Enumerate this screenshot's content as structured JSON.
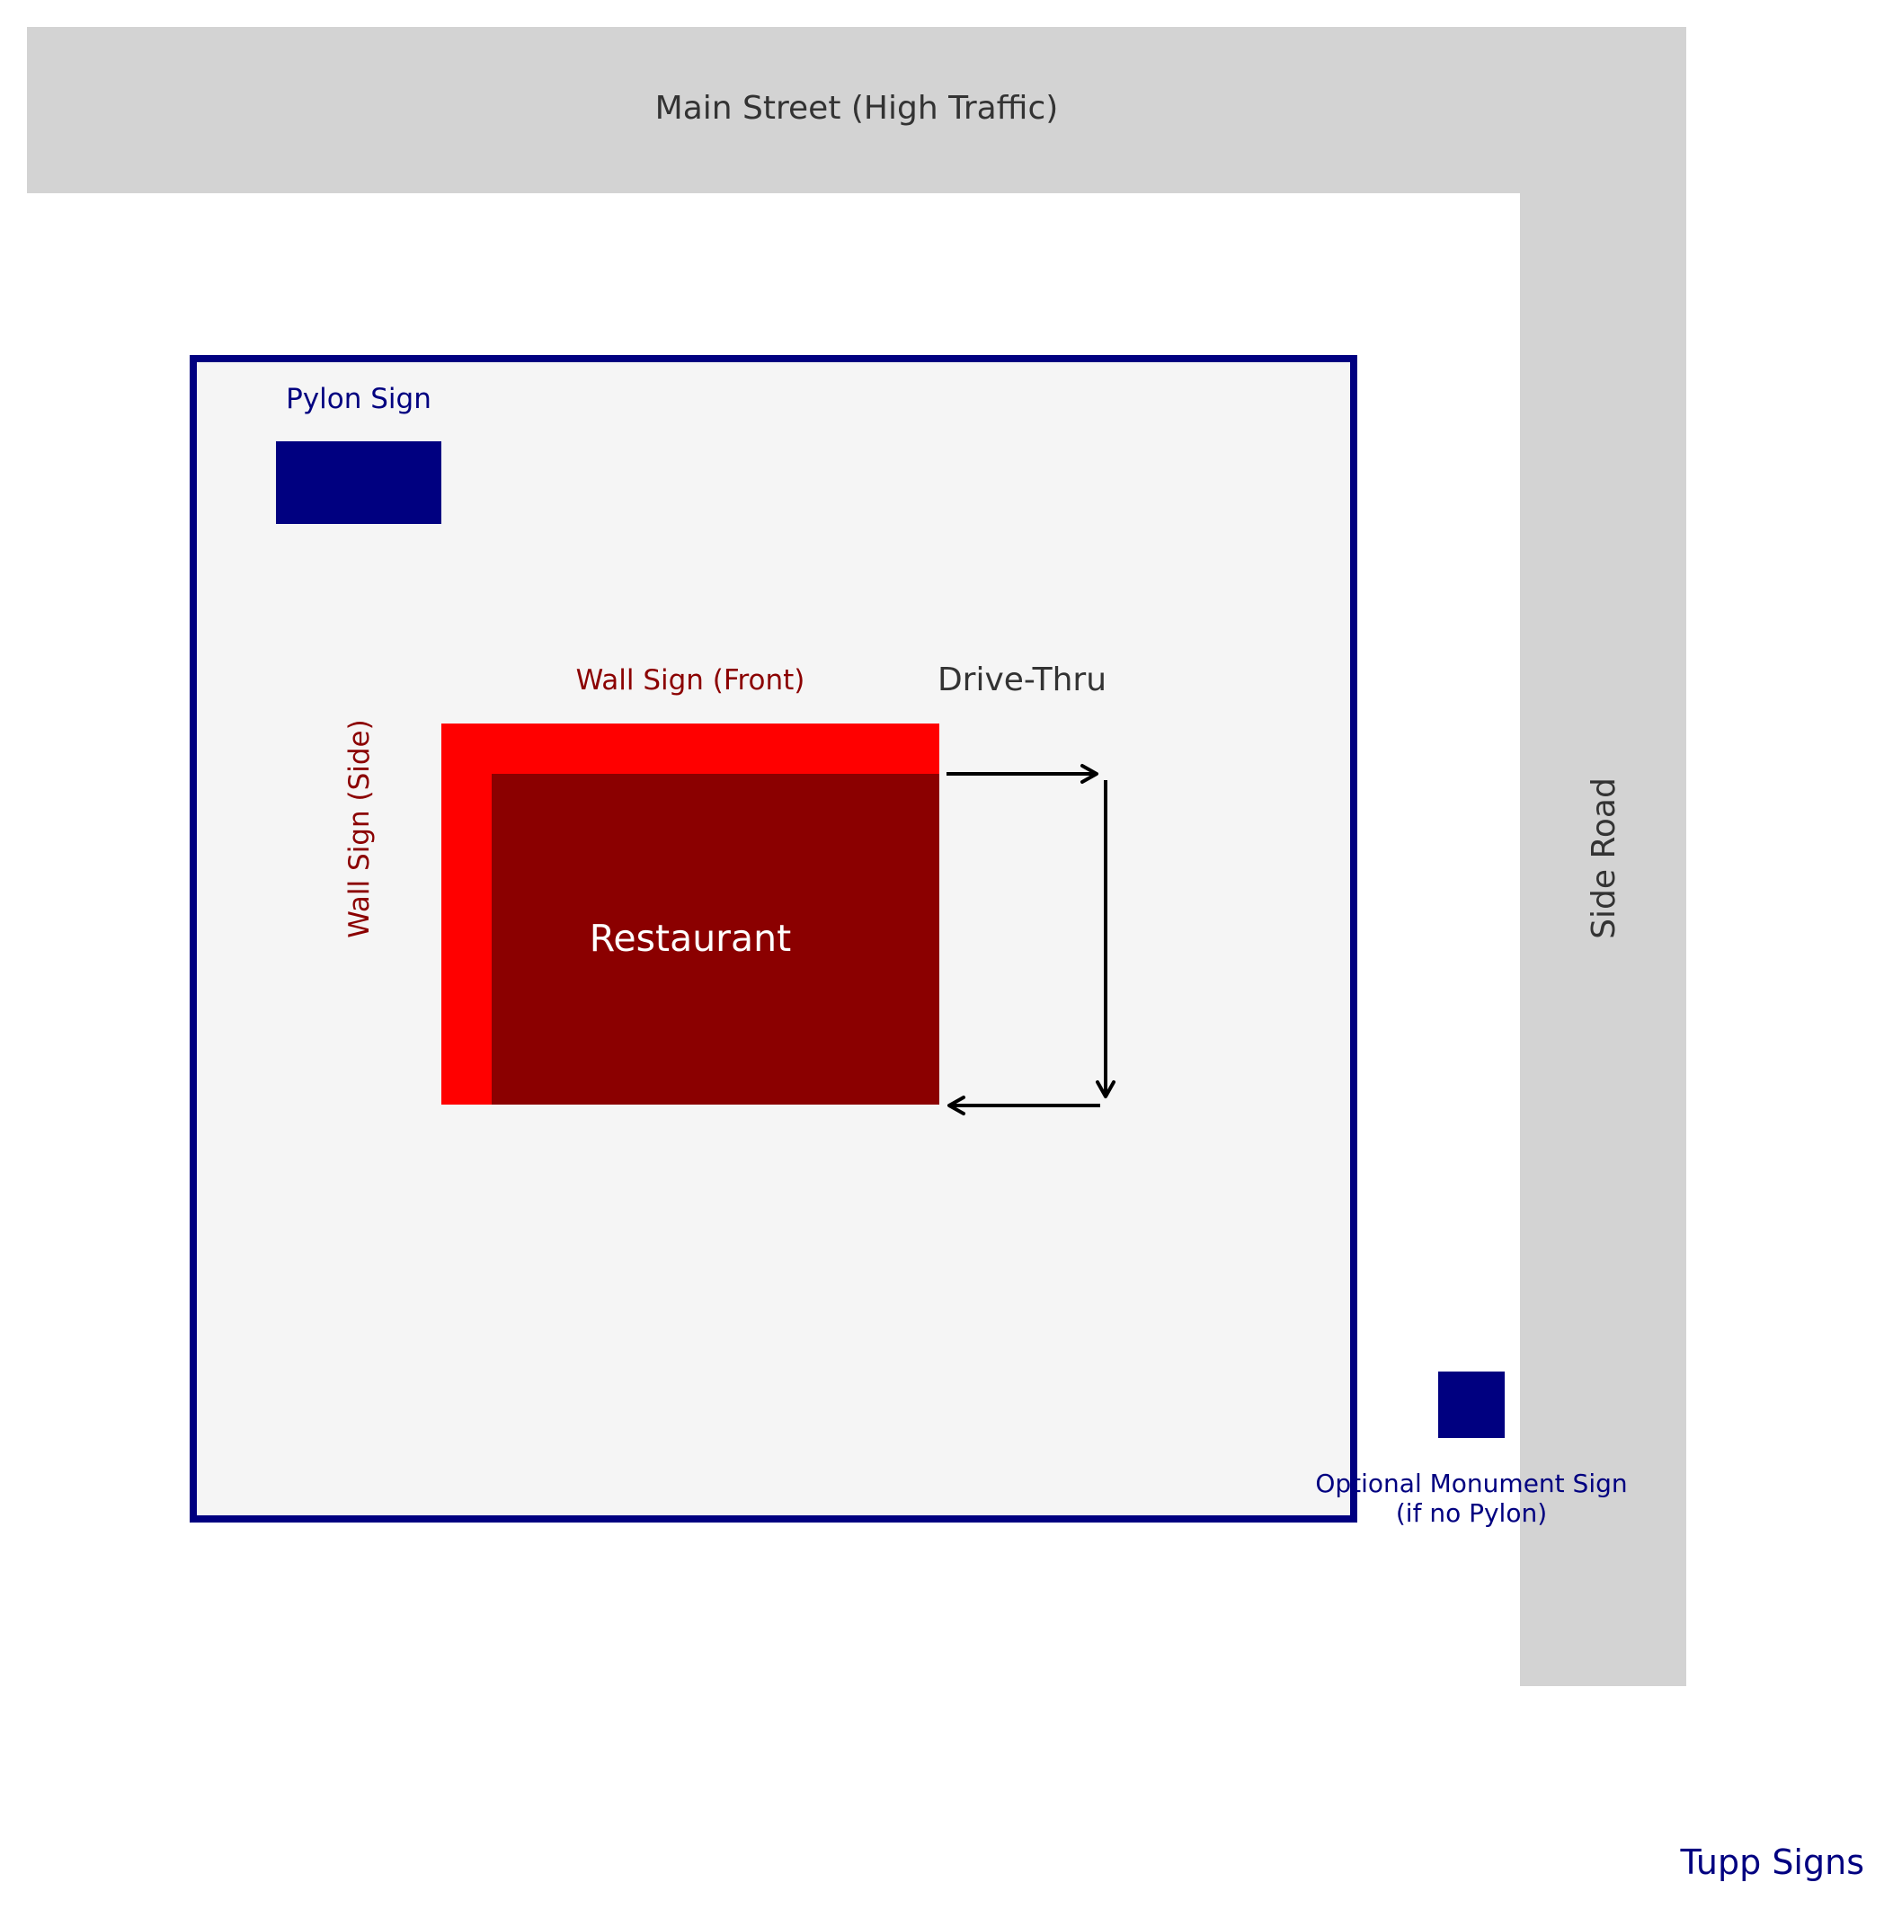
{
  "roads": {
    "main_street": "Main Street (High Traffic)",
    "side_road": "Side Road"
  },
  "signs": {
    "pylon": "Pylon Sign",
    "wall_front": "Wall Sign (Front)",
    "wall_side": "Wall Sign (Side)",
    "monument_line1": "Optional Monument Sign",
    "monument_line2": "(if no Pylon)"
  },
  "building": {
    "label": "Restaurant"
  },
  "drive_thru": {
    "label": "Drive-Thru"
  },
  "watermark": "Tupp Signs",
  "colors": {
    "road": "#d3d3d3",
    "lot_fill": "#f5f5f5",
    "lot_border": "#000080",
    "sign_blue": "#000080",
    "wall_sign_red": "#ff0000",
    "building": "#8b0000"
  }
}
